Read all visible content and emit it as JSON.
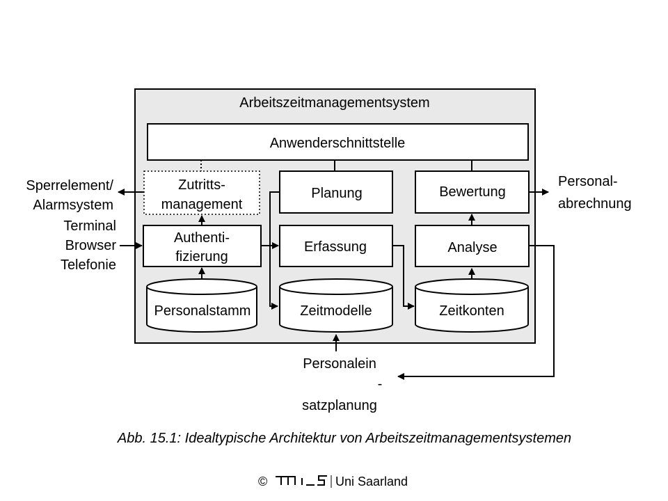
{
  "system_title": "Arbeitszeitmanagementsystem",
  "components": {
    "anwenderschnittstelle": "Anwenderschnittstelle",
    "zutritt": [
      "Zutritts-",
      "management"
    ],
    "planung": "Planung",
    "bewertung": "Bewertung",
    "authentifizierung": [
      "Authenti-",
      "fizierung"
    ],
    "erfassung": "Erfassung",
    "analyse": "Analyse"
  },
  "datastores": {
    "personalstamm": "Personalstamm",
    "zeitmodelle": "Zeitmodelle",
    "zeitkonten": "Zeitkonten"
  },
  "external": {
    "sperrelement": [
      "Sperrelement/",
      "Alarmsystem"
    ],
    "terminal": [
      "Terminal",
      "Browser",
      "Telefonie"
    ],
    "personalabrechnung": [
      "Personal-",
      "abrechnung"
    ],
    "personaleinsatz": [
      "Personalein",
      "-",
      "satzplanung"
    ]
  },
  "caption": "Abb. 15.1: Idealtypische Architektur von Arbeitszeitmanagementsystemen",
  "footer": {
    "copyright": "©",
    "logo": "ℸℸℸ╎_Ϛ",
    "org": "Uni Saarland"
  }
}
